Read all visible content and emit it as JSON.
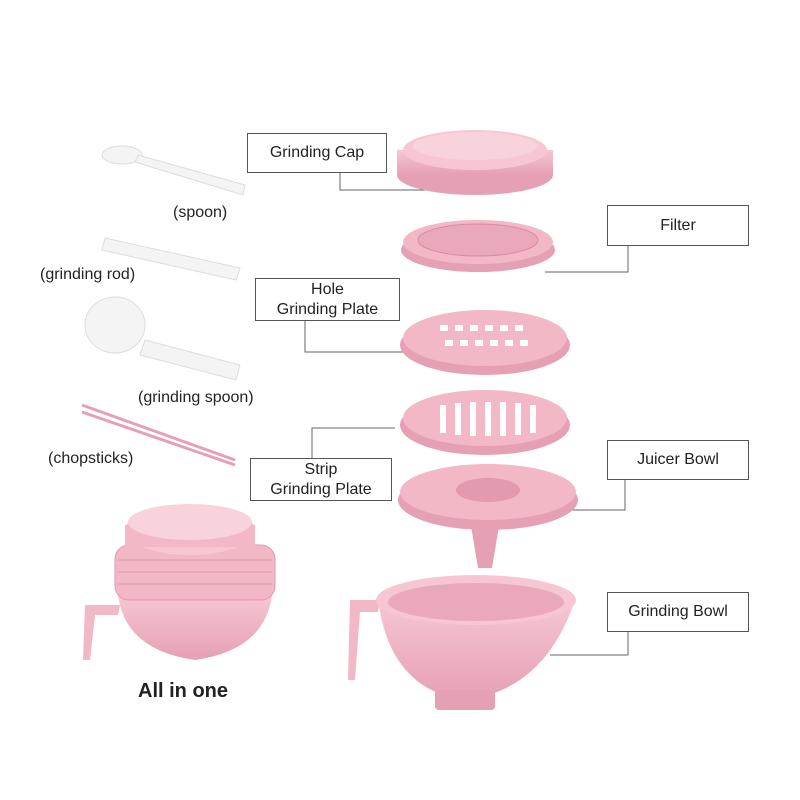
{
  "labels": {
    "grinding_cap": "Grinding Cap",
    "filter": "Filter",
    "hole_plate_line1": "Hole",
    "hole_plate_line2": "Grinding Plate",
    "strip_plate_line1": "Strip",
    "strip_plate_line2": "Grinding Plate",
    "juicer_bowl": "Juicer Bowl",
    "grinding_bowl": "Grinding Bowl"
  },
  "accessories": {
    "spoon": "(spoon)",
    "grinding_rod": "(grinding rod)",
    "grinding_spoon": "(grinding spoon)",
    "chopsticks": "(chopsticks)"
  },
  "all_in_one": "All in one",
  "colors": {
    "pink": "#f2b8c6",
    "pink_dark": "#e39aae",
    "white_part": "#f4f4f4"
  }
}
